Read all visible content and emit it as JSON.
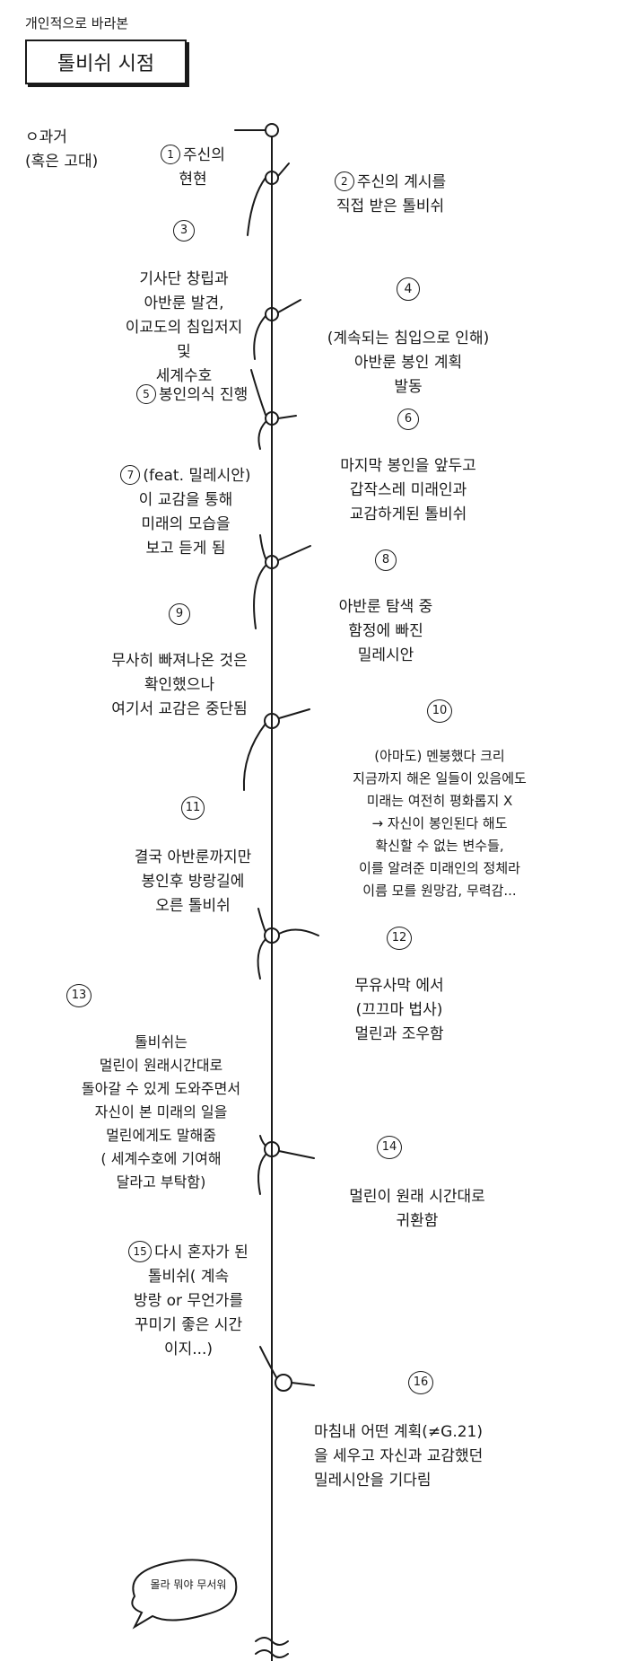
{
  "header": {
    "subtitle": "개인적으로 바라본",
    "title": "톨비쉬 시점"
  },
  "era_label": "ㅇ과거\n(혹은 고대)",
  "events": [
    {
      "num": "1",
      "text": "주신의\n현현"
    },
    {
      "num": "2",
      "text": "주신의 계시를\n직접 받은 톨비쉬"
    },
    {
      "num": "3",
      "text": "기사단 창립과\n아반룬 발견,\n이교도의 침입저지\n및\n세계수호"
    },
    {
      "num": "4",
      "text": "(계속되는 침입으로 인해)\n아반룬 봉인 계획\n발동"
    },
    {
      "num": "5",
      "text": "봉인의식 진행"
    },
    {
      "num": "6",
      "text": "마지막 봉인을 앞두고\n갑작스레 미래인과\n교감하게된  톨비쉬"
    },
    {
      "num": "7",
      "text": "(feat. 밀레시안)\n이 교감을 통해\n미래의 모습을\n보고 듣게 됨"
    },
    {
      "num": "8",
      "text": "아반룬 탐색 중\n함정에 빠진\n밀레시안"
    },
    {
      "num": "9",
      "text": "무사히 빠져나온 것은\n확인했으나\n여기서 교감은 중단됨"
    },
    {
      "num": "10",
      "text": "(아마도) 멘붕했다 크리\n지금까지 해온 일들이 있음에도\n미래는 여전히 평화롭지 X\n→ 자신이 봉인된다 해도\n확신할 수 없는 변수들,\n이를 알려준 미래인의 정체라\n이름 모를 원망감, 무력감..."
    },
    {
      "num": "11",
      "text": "결국 아반룬까지만\n봉인후  방랑길에\n오른 톨비쉬"
    },
    {
      "num": "12",
      "text": "무유사막 에서\n(끄끄마 법사)\n멀린과 조우함"
    },
    {
      "num": "13",
      "text": "톨비쉬는\n멀린이 원래시간대로\n돌아갈 수 있게 도와주면서\n자신이 본 미래의 일을\n멀린에게도 말해줌\n( 세계수호에 기여해\n달라고  부탁함)"
    },
    {
      "num": "14",
      "text": "멀린이 원래 시간대로\n귀환함"
    },
    {
      "num": "15",
      "text": "다시 혼자가 된\n톨비쉬( 계속\n방랑 or 무언가를\n꾸미기 좋은 시간\n이지...)"
    },
    {
      "num": "16",
      "text": "마침내 어떤 계획(≠G.21)\n을 세우고 자신과 교감했던\n밀레시안을 기다림"
    }
  ],
  "footer_note": "몰라 뭐야 무서워"
}
